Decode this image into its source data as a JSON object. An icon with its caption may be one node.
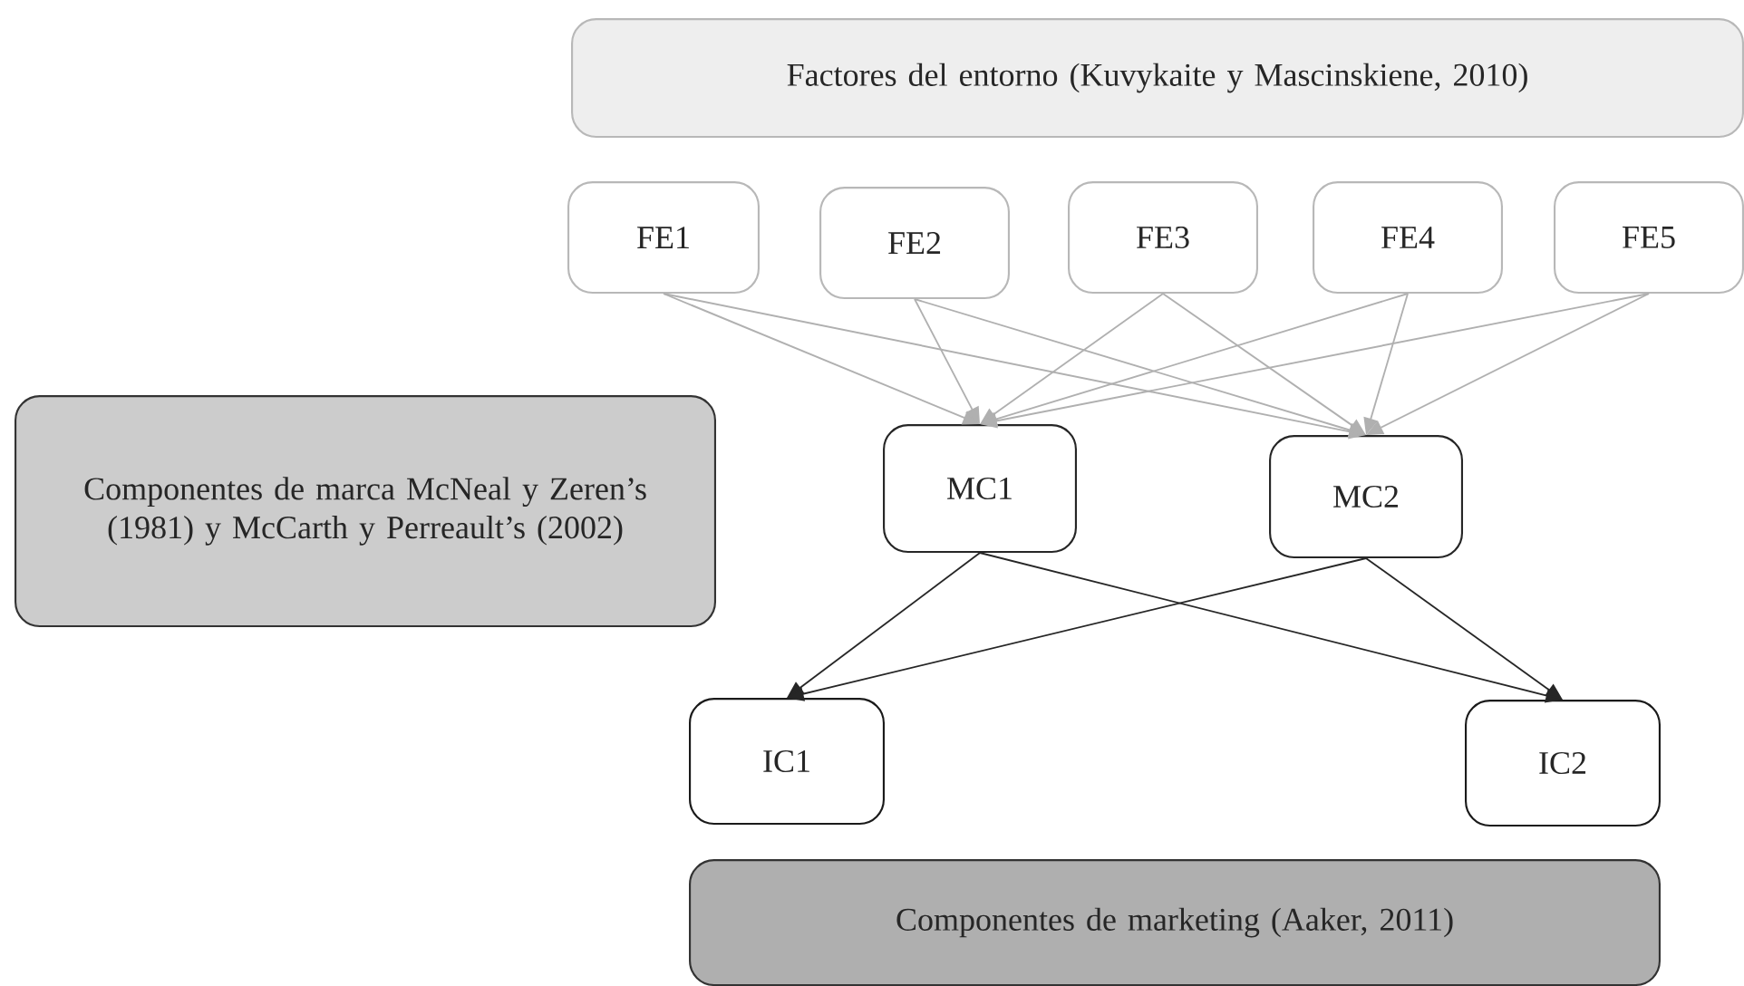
{
  "diagram": {
    "nodes": [
      {
        "text": [
          "Factores del entorno (Kuvykaite y Mascinskiene, 2010)"
        ]
      },
      {
        "text": [
          "FE1"
        ]
      },
      {
        "text": [
          "FE2"
        ]
      },
      {
        "text": [
          "FE3"
        ]
      },
      {
        "text": [
          "FE4"
        ]
      },
      {
        "text": [
          "FE5"
        ]
      },
      {
        "text": [
          "Componentes de marca McNeal y Zeren’s (1981) y McCarth y Perreault’s (2002)"
        ]
      },
      {
        "text": [
          "MC1"
        ]
      },
      {
        "text": [
          "MC2"
        ]
      },
      {
        "text": [
          "IC1"
        ]
      },
      {
        "text": [
          "IC2"
        ]
      },
      {
        "text": [
          "Componentes de marketing (Aaker, 2011)"
        ]
      }
    ],
    "edges": [
      {
        "from": 1,
        "to": 7,
        "arrow": "to"
      },
      {
        "from": 1,
        "to": 8,
        "arrow": "to"
      },
      {
        "from": 2,
        "to": 7,
        "arrow": "to"
      },
      {
        "from": 2,
        "to": 8,
        "arrow": "to"
      },
      {
        "from": 3,
        "to": 7,
        "arrow": "to"
      },
      {
        "from": 3,
        "to": 8,
        "arrow": "to"
      },
      {
        "from": 4,
        "to": 7,
        "arrow": "to"
      },
      {
        "from": 4,
        "to": 8,
        "arrow": "to"
      },
      {
        "from": 5,
        "to": 7,
        "arrow": "to"
      },
      {
        "from": 5,
        "to": 8,
        "arrow": "to"
      },
      {
        "from": 7,
        "to": 9,
        "arrow": "to",
        "color": "#262626"
      },
      {
        "from": 7,
        "to": 10,
        "arrow": "to",
        "color": "#262626"
      },
      {
        "from": 8,
        "to": 9,
        "arrow": "to",
        "color": "#262626"
      },
      {
        "from": 8,
        "to": 10,
        "arrow": "to",
        "color": "#262626"
      }
    ]
  }
}
